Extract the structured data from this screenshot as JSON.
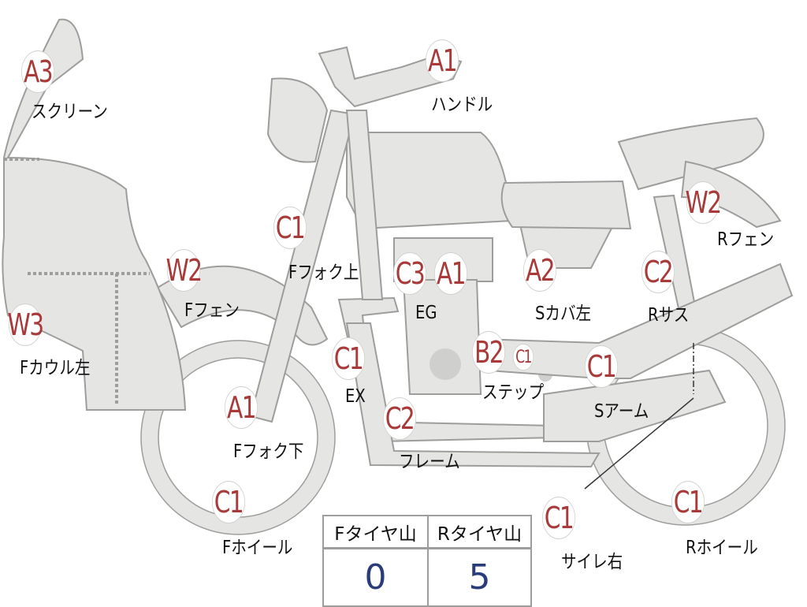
{
  "badges": {
    "screen": "A3",
    "handle": "A1",
    "fork_upper": "C1",
    "f_fender": "W2",
    "f_cowl": "W3",
    "eg_c3": "C3",
    "eg_a1": "A1",
    "s_cover": "A2",
    "r_susp": "C2",
    "r_fender": "W2",
    "ex": "C1",
    "step_b2": "B2",
    "step_c1": "C1",
    "s_arm": "C1",
    "fork_lower": "A1",
    "frame": "C2",
    "f_wheel": "C1",
    "silencer": "C1",
    "r_wheel": "C1"
  },
  "labels": {
    "screen": "スクリーン",
    "handle": "ハンドル",
    "fork_upper": "Fフォク上",
    "f_fender": "Fフェン",
    "f_cowl": "Fカウル左",
    "eg": "EG",
    "s_cover": "Sカバ左",
    "r_susp": "Rサス",
    "r_fender": "Rフェン",
    "ex": "EX",
    "step": "ステップ",
    "s_arm": "Sアーム",
    "fork_lower": "Fフォク下",
    "frame": "フレーム",
    "f_wheel": "Fホイール",
    "silencer": "サイレ右",
    "r_wheel": "Rホイール"
  },
  "tire_table": {
    "headers": [
      "Fタイヤ山",
      "Rタイヤ山"
    ],
    "values": [
      "0",
      "5"
    ]
  },
  "colors": {
    "badge_text": "#a93a3a",
    "value_text": "#2a3d7a",
    "part_fill": "#e5e5e3"
  }
}
